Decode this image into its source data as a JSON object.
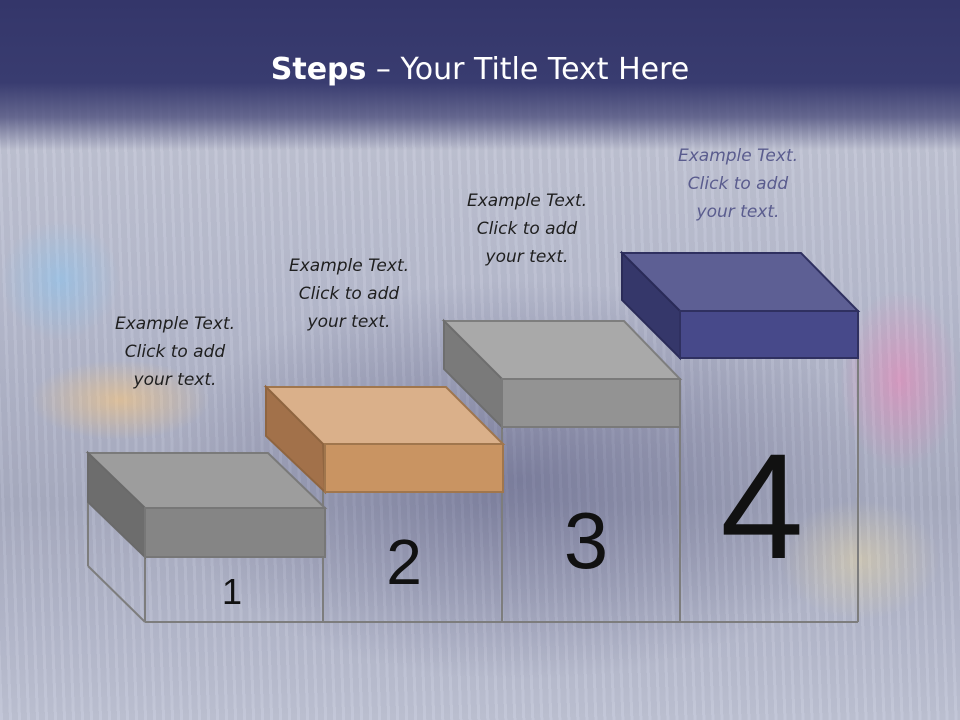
{
  "slide": {
    "title_bold": "Steps",
    "title_rest": " – Your Title Text Here"
  },
  "steps": [
    {
      "number": "1",
      "caption": [
        "Example Text.",
        "Click  to add",
        "your text."
      ],
      "color": "#8a8a8a"
    },
    {
      "number": "2",
      "caption": [
        "Example Text.",
        "Click  to add",
        "your text."
      ],
      "color": "#c8925c"
    },
    {
      "number": "3",
      "caption": [
        "Example Text.",
        "Click  to add",
        "your text."
      ],
      "color": "#9a9a9a"
    },
    {
      "number": "4",
      "caption": [
        "Example Text.",
        "Click  to add",
        "your text."
      ],
      "color": "#4a4c86"
    }
  ],
  "colors": {
    "header": "#34366a",
    "title_text": "#ffffff",
    "accent_caption": "#5a5c8e"
  }
}
